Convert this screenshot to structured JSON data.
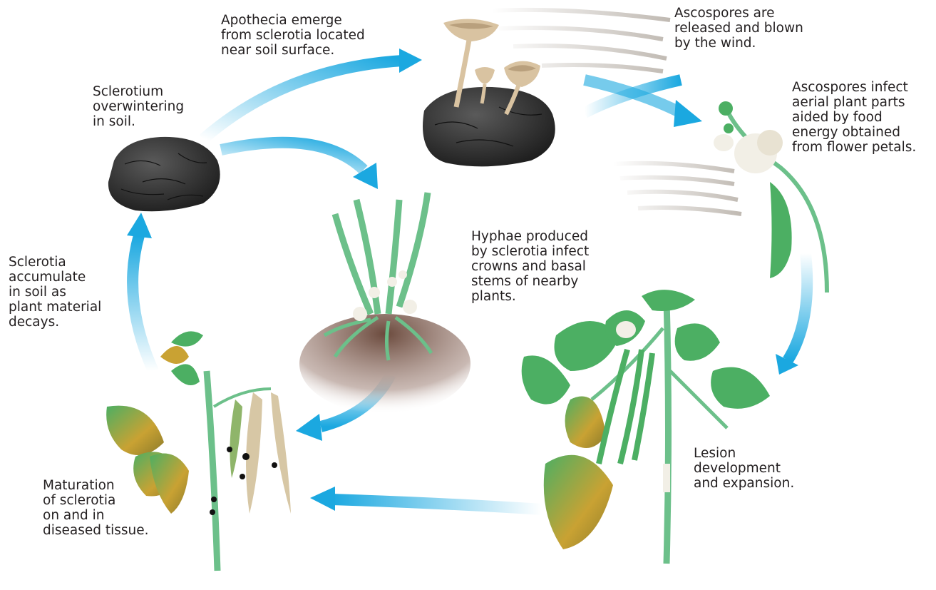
{
  "captions": {
    "apothecia": "Apothecia emerge\nfrom sclerotia located\nnear soil surface.",
    "ascospores_released": "Ascospores are\nreleased and blown\nby the wind.",
    "sclerotium_overwintering": "Sclerotium\noverwintering\nin soil.",
    "ascospores_infect": "Ascospores infect\naerial plant parts\naided by food\nenergy obtained\nfrom flower petals.",
    "hyphae": "Hyphae produced\nby sclerotia infect\ncrowns and basal\nstems of nearby\nplants.",
    "sclerotia_accumulate": "Sclerotia\naccumulate\nin soil as\nplant material\ndecays.",
    "lesion": "Lesion\ndevelopment\nand expansion.",
    "maturation": "Maturation\nof sclerotia\non and in\ndiseased tissue."
  },
  "colors": {
    "arrow": "#1ba8e0",
    "leaf": "#4caf63",
    "stem": "#6cc08a",
    "sclerotium": "#2f2f2f",
    "mushroom": "#d9c3a1",
    "soil": "#7a5545",
    "mold": "#f2efe6",
    "diseased_leaf": "#c9a233"
  }
}
